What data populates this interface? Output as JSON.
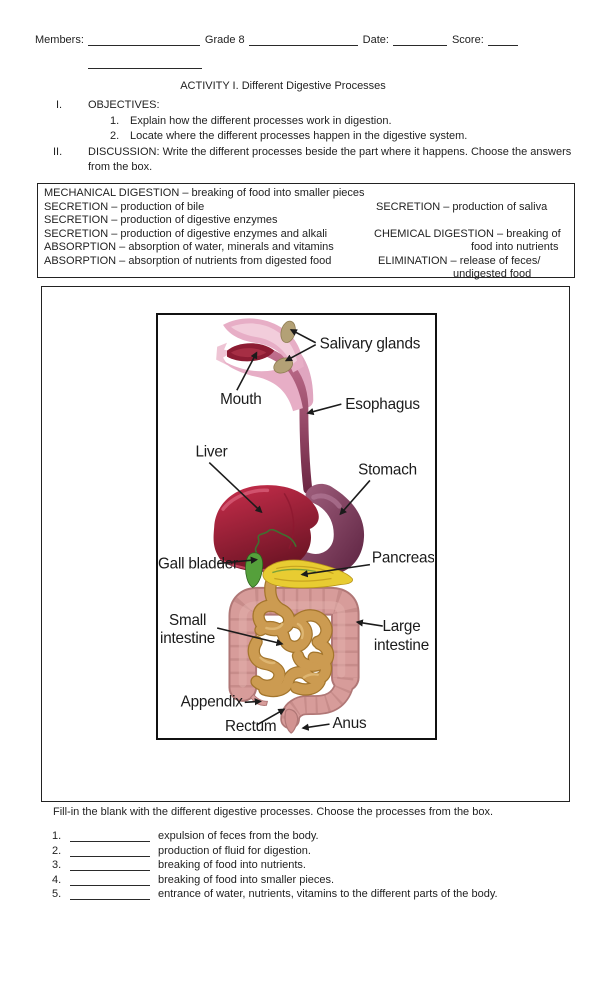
{
  "header": {
    "members_label": "Members:",
    "grade_label": "Grade 8",
    "date_label": "Date:",
    "score_label": "Score:"
  },
  "title": "ACTIVITY I. Different Digestive Processes",
  "objectives": {
    "numeral": "I.",
    "heading": "OBJECTIVES:",
    "items": [
      {
        "num": "1.",
        "text": "Explain how the different processes work in digestion."
      },
      {
        "num": "2.",
        "text": "Locate where the different processes happen in the digestive system."
      }
    ]
  },
  "discussion": {
    "numeral": "II.",
    "line1": "DISCUSSION: Write the different processes beside the part where it happens. Choose the answers",
    "line2": "from the box."
  },
  "answer_box": {
    "left": [
      "MECHANICAL DIGESTION – breaking of food into smaller pieces",
      "SECRETION – production of bile",
      "SECRETION – production of digestive enzymes",
      "SECRETION – production of digestive enzymes and alkali",
      "ABSORPTION – absorption of water, minerals and vitamins",
      "ABSORPTION – absorption of nutrients from digested food"
    ],
    "right": {
      "saliva": "SECRETION – production of saliva",
      "chemical1": "CHEMICAL DIGESTION – breaking of",
      "chemical2": "food into nutrients",
      "elimination1": "ELIMINATION – release of feces/",
      "elimination2": "undigested food"
    }
  },
  "diagram": {
    "labels": {
      "salivary_glands": "Salivary glands",
      "mouth": "Mouth",
      "esophagus": "Esophagus",
      "liver": "Liver",
      "stomach": "Stomach",
      "gall_bladder": "Gall bladder",
      "pancreas": "Pancreas",
      "small_intestine_1": "Small",
      "small_intestine_2": "intestine",
      "large_intestine_1": "Large",
      "large_intestine_2": "intestine",
      "appendix": "Appendix",
      "rectum": "Rectum",
      "anus": "Anus"
    },
    "colors": {
      "liver": "#a81e38",
      "stomach": "#7e3a58",
      "esophagus_top": "#e2a4bf",
      "esophagus_bottom": "#7c2c49",
      "mouth_cavity": "#8c1c33",
      "salivary_gland": "#b3a176",
      "gall_bladder": "#55a03b",
      "pancreas": "#e8cc32",
      "large_intestine": "#d79c9a",
      "small_intestine": "#cc9b51"
    }
  },
  "fill_in": {
    "instruction": "Fill-in the blank with the different digestive processes. Choose the processes from the box.",
    "items": [
      {
        "num": "1.",
        "text": "expulsion of feces from the body."
      },
      {
        "num": "2.",
        "text": "production of fluid for digestion."
      },
      {
        "num": "3.",
        "text": "breaking of food into nutrients."
      },
      {
        "num": "4.",
        "text": "breaking of food into smaller pieces."
      },
      {
        "num": "5.",
        "text": "entrance of water, nutrients, vitamins to the different parts of the body."
      }
    ]
  }
}
